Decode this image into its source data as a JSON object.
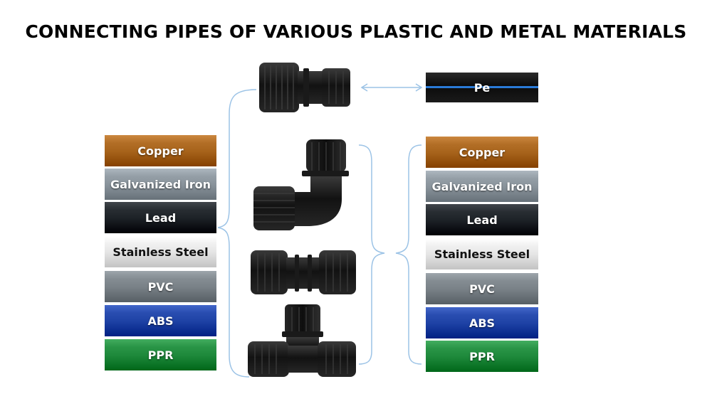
{
  "title": "CONNECTING PIPES OF VARIOUS PLASTIC AND METAL MATERIALS",
  "pe_label": "Pe",
  "left_pipes": [
    {
      "label": "Copper",
      "color": "#a8641c"
    },
    {
      "label": "Galvanized Iron",
      "color": "#8a949c"
    },
    {
      "label": "Lead",
      "color": "#1e2328"
    },
    {
      "label": "Stainless Steel",
      "color": "#e6e6e6"
    },
    {
      "label": "PVC",
      "color": "#7a8288"
    },
    {
      "label": "ABS",
      "color": "#1f43a6"
    },
    {
      "label": "PPR",
      "color": "#1f8a3c"
    }
  ],
  "right_pipes": [
    {
      "label": "Copper",
      "color": "#a8641c"
    },
    {
      "label": "Galvanized Iron",
      "color": "#8a949c"
    },
    {
      "label": "Lead",
      "color": "#1e2328"
    },
    {
      "label": "Stainless Steel",
      "color": "#e6e6e6"
    },
    {
      "label": "PVC",
      "color": "#7a8288"
    },
    {
      "label": "ABS",
      "color": "#1f43a6"
    },
    {
      "label": "PPR",
      "color": "#1f8a3c"
    }
  ],
  "connector_line_color": "#9cc3e6",
  "fittings": [
    "coupling-adapter",
    "elbow",
    "straight-coupling",
    "tee"
  ]
}
